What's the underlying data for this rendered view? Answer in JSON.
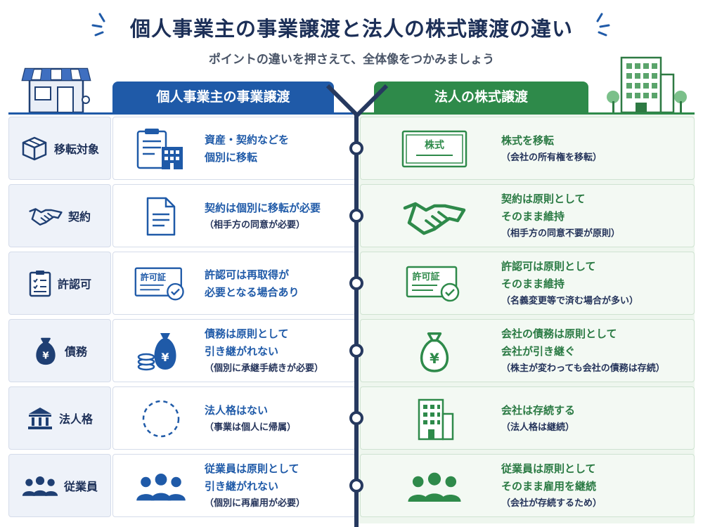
{
  "title": "個人事業主の事業譲渡と法人の株式譲渡の違い",
  "subtitle": "ポイントの違いを押さえて、全体像をつかみましょう",
  "headers": {
    "left": "個人事業主の事業譲渡",
    "right": "法人の株式譲渡"
  },
  "colors": {
    "left_accent": "#1f5aa8",
    "right_accent": "#2e8a4a",
    "spine": "#26395f"
  },
  "rows": [
    {
      "category": "移転対象",
      "cat_icon": "box-icon",
      "left_icon": "clipboard-building-icon",
      "left_main": [
        "資産・契約などを",
        "個別に移転"
      ],
      "left_note": "",
      "right_icon": "stock-certificate-icon",
      "right_icon_text": "株式",
      "right_main": [
        "株式を移転"
      ],
      "right_note": "（会社の所有権を移転）"
    },
    {
      "category": "契約",
      "cat_icon": "handshake-icon",
      "left_icon": "document-icon",
      "left_main": [
        "契約は個別に移転が必要"
      ],
      "left_note": "（相手方の同意が必要）",
      "right_icon": "handshake-icon",
      "right_main": [
        "契約は原則として",
        "そのまま維持"
      ],
      "right_note": "（相手方の同意不要が原則）"
    },
    {
      "category": "許認可",
      "cat_icon": "checklist-icon",
      "left_icon": "permit-certificate-icon",
      "left_icon_text": "許可証",
      "left_main": [
        "許認可は再取得が",
        "必要となる場合あり"
      ],
      "left_note": "",
      "right_icon": "permit-certificate-icon",
      "right_icon_text": "許可証",
      "right_main": [
        "許認可は原則として",
        "そのまま維持"
      ],
      "right_note": "（名義変更等で済む場合が多い）"
    },
    {
      "category": "債務",
      "cat_icon": "money-bag-icon",
      "left_icon": "money-bag-coins-icon",
      "left_main": [
        "債務は原則として",
        "引き継がれない"
      ],
      "left_note": "（個別に承継手続きが必要）",
      "right_icon": "money-bag-icon",
      "right_main": [
        "会社の債務は原則として",
        "会社が引き継ぐ"
      ],
      "right_note": "（株主が変わっても会社の債務は存続）"
    },
    {
      "category": "法人格",
      "cat_icon": "institution-icon",
      "left_icon": "dashed-circle-icon",
      "left_main": [
        "法人格はない"
      ],
      "left_note": "（事業は個人に帰属）",
      "right_icon": "office-building-icon",
      "right_main": [
        "会社は存続する"
      ],
      "right_note": "（法人格は継続）"
    },
    {
      "category": "従業員",
      "cat_icon": "people-icon",
      "left_icon": "people-icon",
      "left_main": [
        "従業員は原則として",
        "引き継がれない"
      ],
      "left_note": "（個別に再雇用が必要）",
      "right_icon": "people-icon",
      "right_main": [
        "従業員は原則として",
        "そのまま雇用を継続"
      ],
      "right_note": "（会社が存続するため）"
    }
  ]
}
